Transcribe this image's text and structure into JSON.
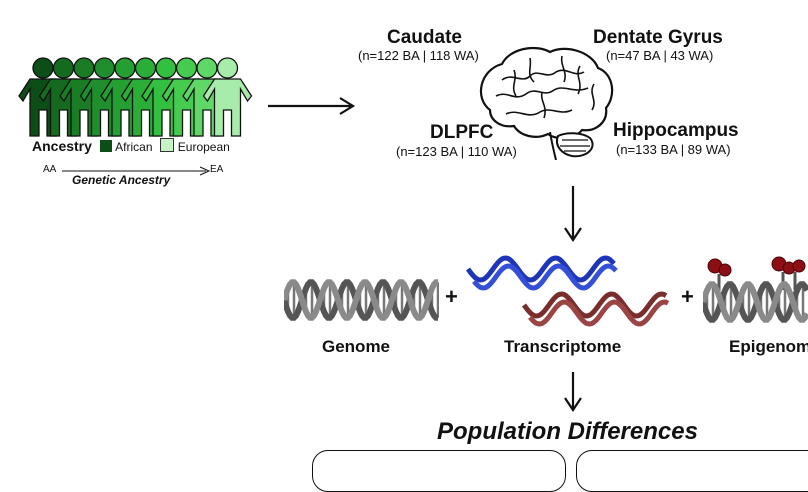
{
  "ancestry": {
    "legend_title": "Ancestry",
    "legend_african": "African",
    "legend_european": "European",
    "axis_left": "AA",
    "axis_right": "EA",
    "axis_label": "Genetic Ancestry",
    "colors": [
      "#0d4d17",
      "#146a1f",
      "#1a7d26",
      "#1f8e2c",
      "#249f32",
      "#2aae38",
      "#33bf40",
      "#45cc4f",
      "#5fd867",
      "#a8ecac"
    ]
  },
  "regions": {
    "caudate": {
      "name": "Caudate",
      "n": "(n=122 BA | 118 WA)"
    },
    "dentate_gyrus": {
      "name": "Dentate Gyrus",
      "n": "(n=47 BA | 43 WA)"
    },
    "dlpfc": {
      "name": "DLPFC",
      "n": "(n=123 BA | 110 WA)"
    },
    "hippocampus": {
      "name": "Hippocampus",
      "n": "(n=133 BA | 89 WA)"
    }
  },
  "omics": {
    "genome": "Genome",
    "transcriptome": "Transcriptome",
    "epigenome": "Epigenome",
    "plus": "+"
  },
  "result": {
    "title": "Population Differences"
  }
}
